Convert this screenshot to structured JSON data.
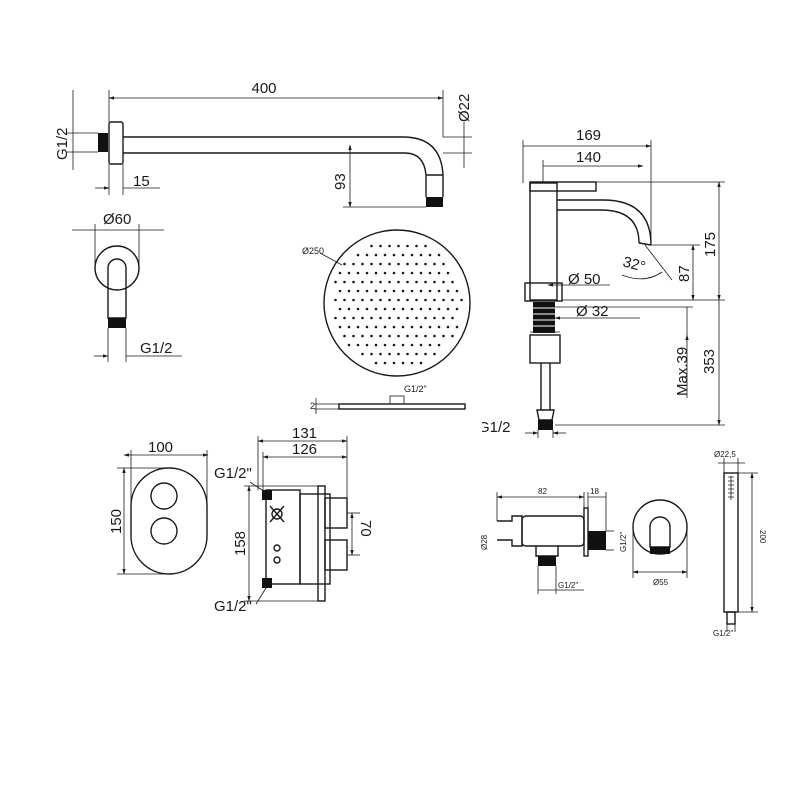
{
  "shower_arm": {
    "length": "400",
    "tube_diameter": "Ø22",
    "inlet_thread": "G1/2",
    "wall_offset": "15",
    "drop": "93"
  },
  "wall_flange": {
    "diameter": "Ø60",
    "thread": "G1/2"
  },
  "shower_head": {
    "diameter": "Ø250",
    "connection": "G1/2\"",
    "thickness": "2"
  },
  "basin_mixer": {
    "overall_reach": "169",
    "spout_reach": "140",
    "spout_angle": "32°",
    "spout_height": "87",
    "body_height": "175",
    "base_diameter": "Ø 50",
    "shank_diameter": "Ø 32",
    "max_deck": "Max.39",
    "under_deck": "353",
    "inlet_thread": "G1/2"
  },
  "trim_plate": {
    "width": "100",
    "height": "150"
  },
  "concealed_valve": {
    "depth_total": "131",
    "depth_body": "126",
    "height": "158",
    "center_distance": "70",
    "inlet_top": "G1/2\"",
    "inlet_bottom": "G1/2\""
  },
  "wall_outlet": {
    "length": "82",
    "flange": "18",
    "body_diameter": "Ø28",
    "outlet_thread": "G1/2\"",
    "bottom_thread": "G1/2\"",
    "front_diameter": "Ø55"
  },
  "hand_shower": {
    "diameter": "Ø22,5",
    "length": "200",
    "thread": "G1/2\""
  }
}
